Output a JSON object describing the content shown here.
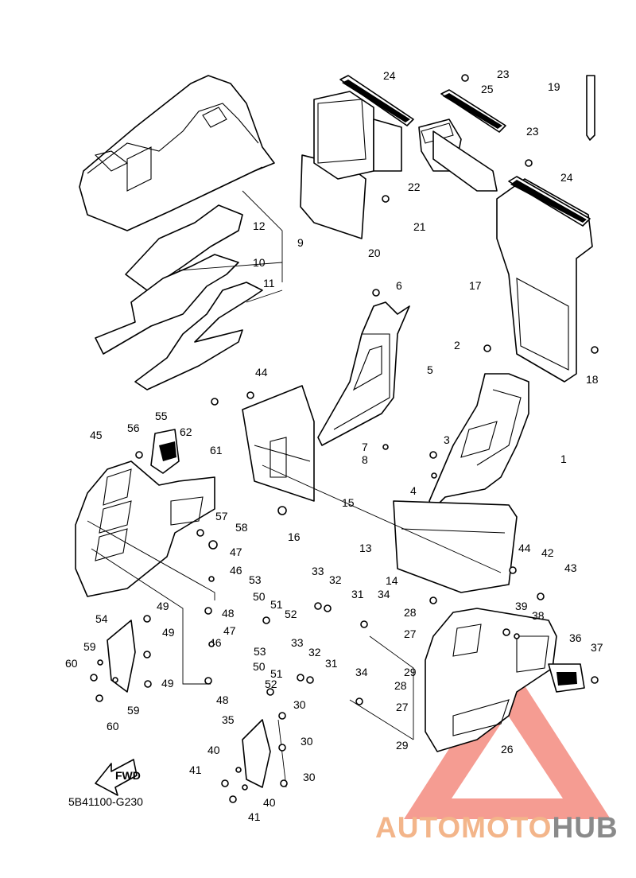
{
  "diagram_code": "5B41100-G230",
  "fwd_label": "FWD",
  "watermark": {
    "part1": "AUTOMOTO",
    "part2": "HUB",
    "color_main": "#f3b58a",
    "color_accent": "#8a8a8a",
    "triangle_color": "#f27b6e"
  },
  "callouts": {
    "c1": "1",
    "c2": "2",
    "c3": "3",
    "c4": "4",
    "c5": "5",
    "c6": "6",
    "c7": "7",
    "c8": "8",
    "c9": "9",
    "c10": "10",
    "c11": "11",
    "c12": "12",
    "c13": "13",
    "c14": "14",
    "c15": "15",
    "c16": "16",
    "c17": "17",
    "c18": "18",
    "c19": "19",
    "c20": "20",
    "c21": "21",
    "c22": "22",
    "c23": "23",
    "c24": "24",
    "c25": "25",
    "c26": "26",
    "c27": "27",
    "c28": "28",
    "c29": "29",
    "c30": "30",
    "c31": "31",
    "c32": "32",
    "c33": "33",
    "c34": "34",
    "c35": "35",
    "c36": "36",
    "c37": "37",
    "c38": "38",
    "c39": "39",
    "c40": "40",
    "c41": "41",
    "c42": "42",
    "c43": "43",
    "c44": "44",
    "c45": "45",
    "c46": "46",
    "c47": "47",
    "c48": "48",
    "c49": "49",
    "c50": "50",
    "c51": "51",
    "c52": "52",
    "c53": "53",
    "c54": "54",
    "c55": "55",
    "c56": "56",
    "c57": "57",
    "c58": "58",
    "c59": "59",
    "c60": "60",
    "c61": "61",
    "c62": "62"
  }
}
